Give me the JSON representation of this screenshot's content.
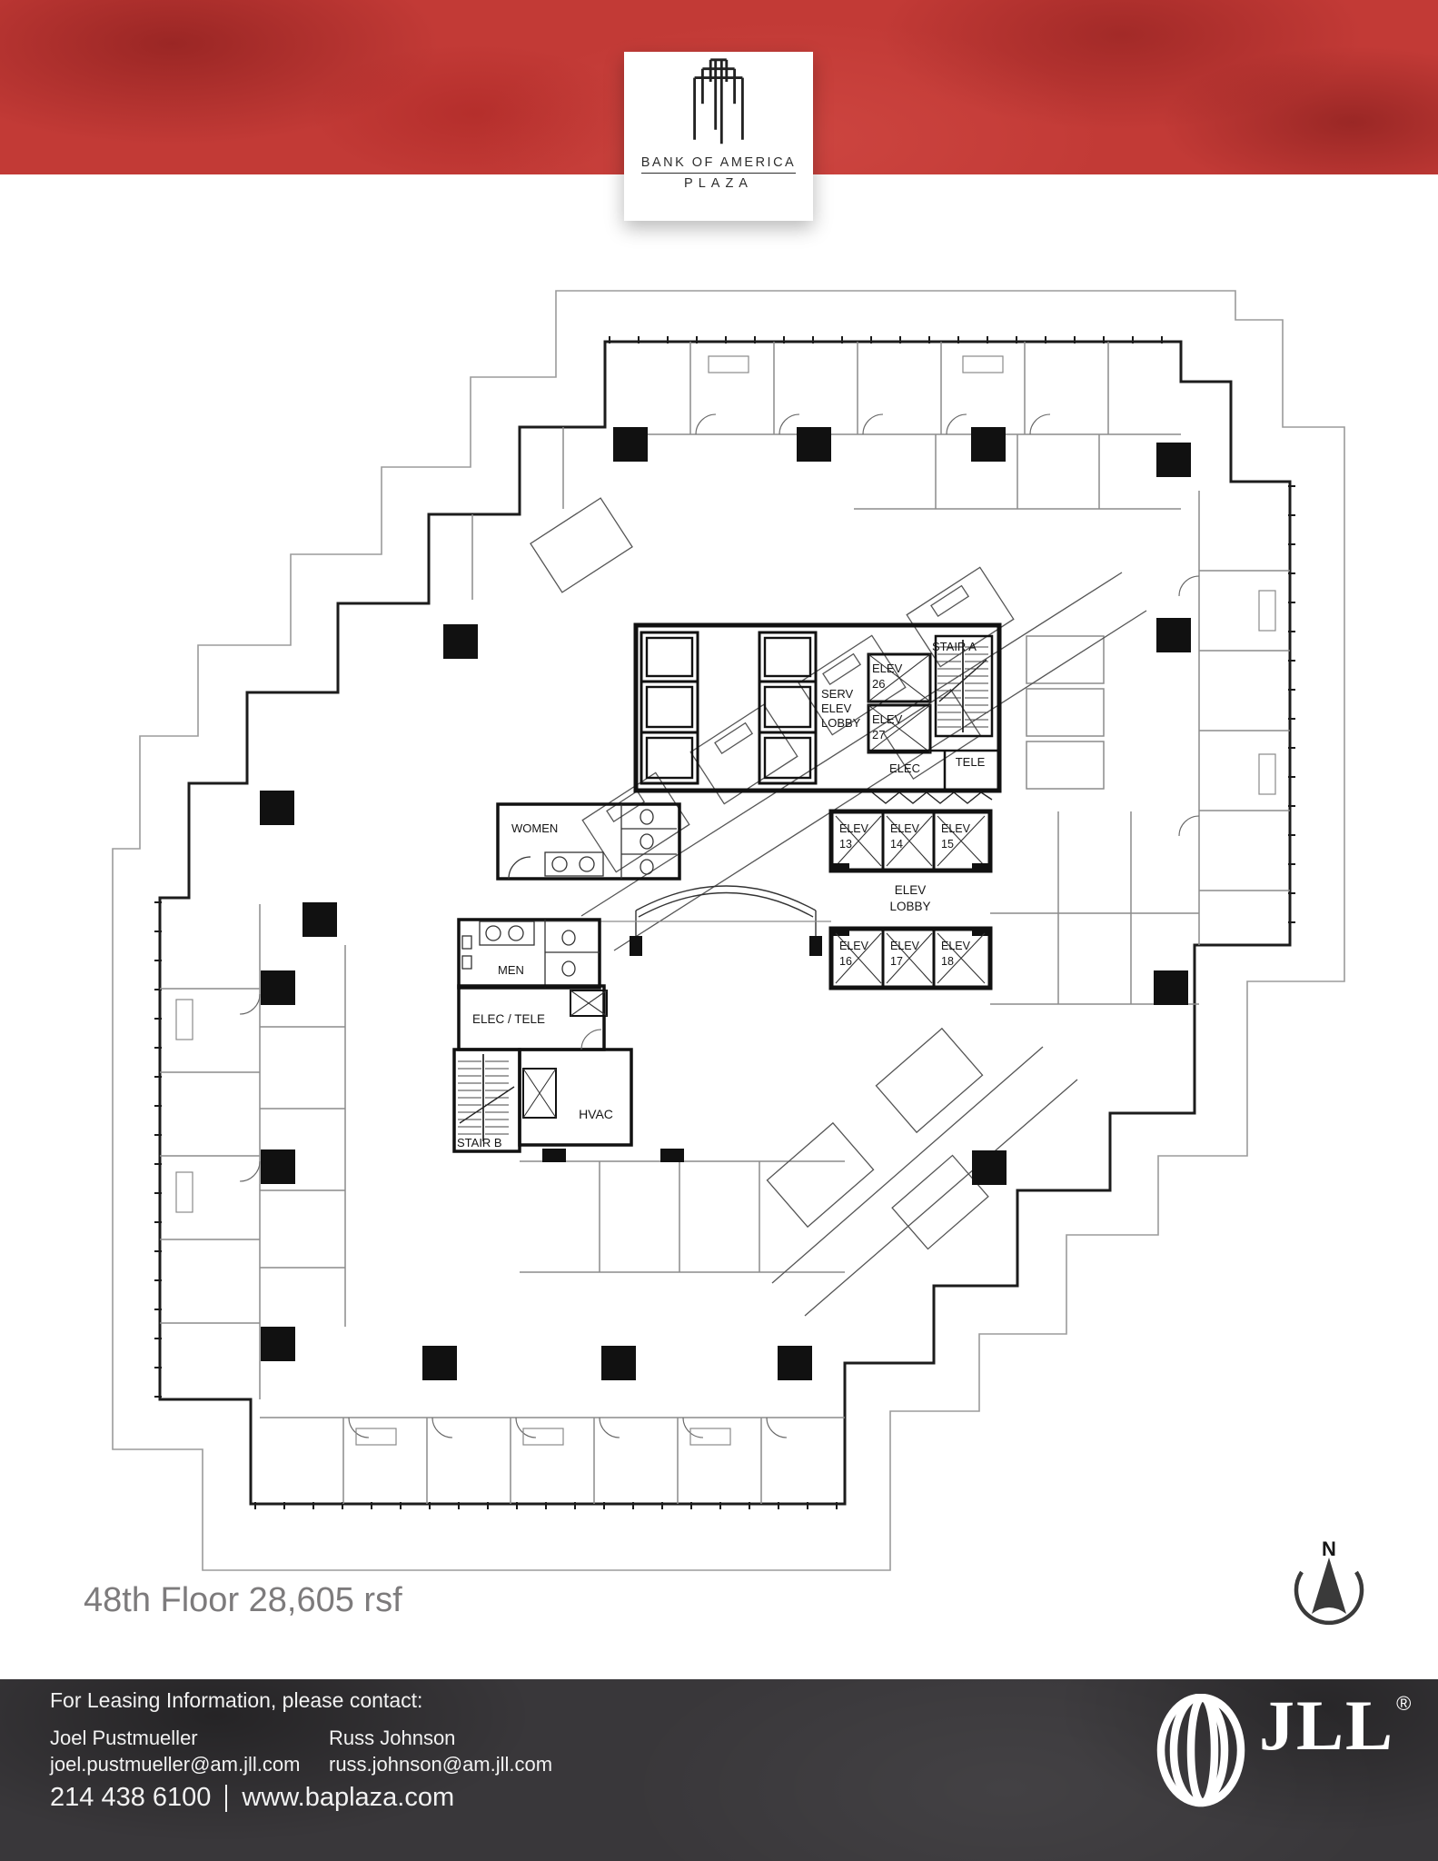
{
  "header": {
    "brand_line1": "BANK OF AMERICA",
    "brand_line2": "PLAZA",
    "band_color": "#c23a36"
  },
  "floor": {
    "title": "48th Floor 28,605 rsf"
  },
  "compass": {
    "label": "N"
  },
  "plan": {
    "labels": {
      "stair_a": "STAIR A",
      "serv_line1": "SERV",
      "serv_line2": "ELEV",
      "serv_line3": "LOBBY",
      "elev": "ELEV",
      "n26": "26",
      "n27": "27",
      "elec": "ELEC",
      "tele": "TELE",
      "n13": "13",
      "n14": "14",
      "n15": "15",
      "lobby": "LOBBY",
      "n16": "16",
      "n17": "17",
      "n18": "18",
      "women": "WOMEN",
      "men": "MEN",
      "elec_tele": "ELEC / TELE",
      "stair_b": "STAIR B",
      "hvac": "HVAC"
    }
  },
  "footer": {
    "heading": "For Leasing Information, please contact:",
    "contacts": [
      {
        "name": "Joel Pustmueller",
        "email": "joel.pustmueller@am.jll.com"
      },
      {
        "name": "Russ Johnson",
        "email": "russ.johnson@am.jll.com"
      }
    ],
    "phone": "214 438 6100",
    "website": "www.baplaza.com",
    "brand": "JLL",
    "registered": "®"
  }
}
